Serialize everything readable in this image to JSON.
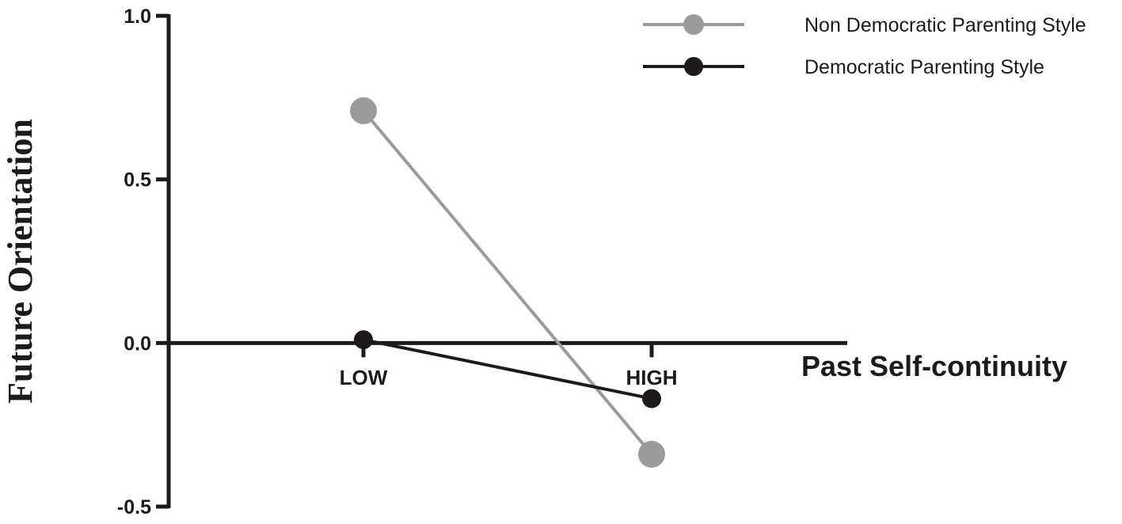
{
  "chart_data": {
    "type": "line",
    "title": "",
    "xlabel": "Past Self-continuity",
    "ylabel": "Future Orientation",
    "categories": [
      "LOW",
      "HIGH"
    ],
    "ylim": [
      -0.5,
      1.0
    ],
    "yticks": [
      "1.0",
      "0.5",
      "0.0",
      "-0.5"
    ],
    "grid": false,
    "legend_position": "top-right",
    "series": [
      {
        "name": "Non Democratic Parenting Style",
        "values": [
          0.71,
          -0.34
        ],
        "color": "#9b9b9b"
      },
      {
        "name": "Democratic Parenting Style",
        "values": [
          0.01,
          -0.17
        ],
        "color": "#1e1a1a"
      }
    ]
  }
}
